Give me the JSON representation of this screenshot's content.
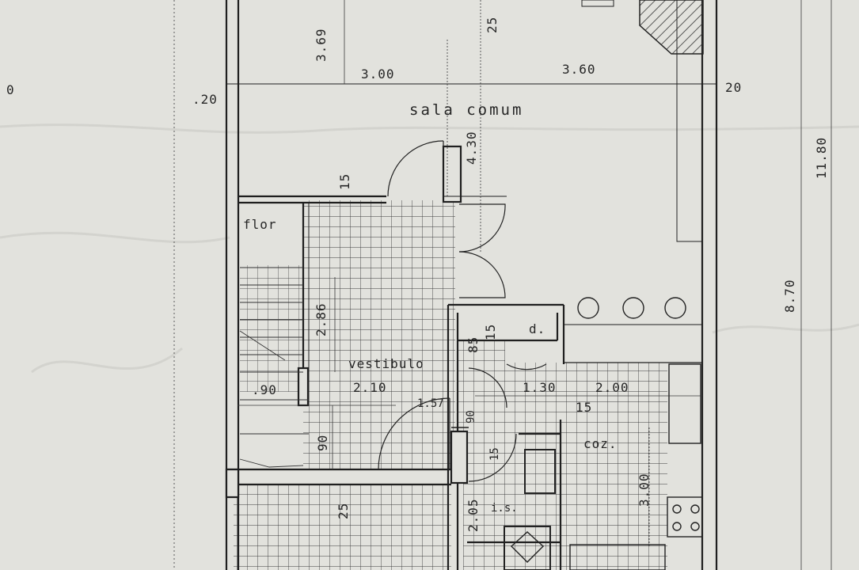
{
  "rooms": {
    "living": "sala  comum",
    "flower": "flor",
    "hall": "vestibulo",
    "kitchen": "coz.",
    "pantry": "d.",
    "wc": "i.s."
  },
  "dimensions": {
    "left_edge_0": "0",
    "wall_left": ".20",
    "wall_right": "20",
    "width_left": "3.00",
    "width_right": "3.60",
    "living_depth": "3.69",
    "top_25": "25",
    "living_430": "4.30",
    "living_15": "15",
    "hall_286": "2.86",
    "hall_210": "2.10",
    "pantry_85": "85",
    "pantry_15": "15",
    "stair_90": ".90",
    "hall_90": "90",
    "door_157": "1.57",
    "door_90": "90",
    "wc_15": "15",
    "kitchen_130": "1.30",
    "kitchen_200": "2.00",
    "kitchen_15": "15",
    "kitchen_300": "3.00",
    "wc_205": "2.05",
    "bottom_25": "25",
    "total_1180": "11.80",
    "total_870": "8.70"
  }
}
